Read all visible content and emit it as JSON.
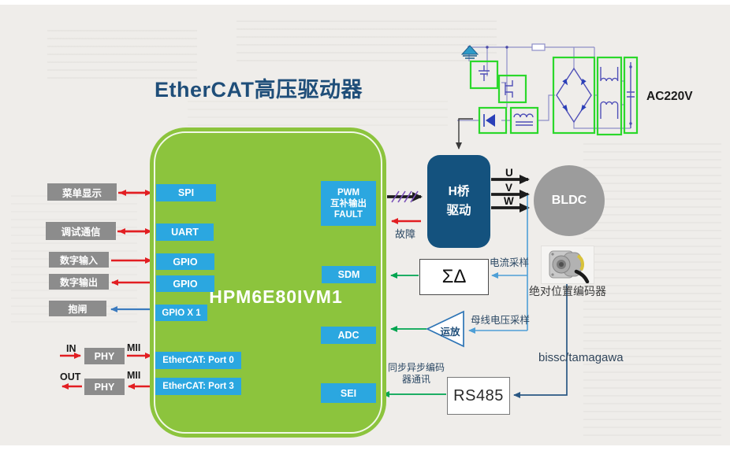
{
  "title": "EtherCAT高压驱动器",
  "chip": {
    "name": "HPM6E80IVM1",
    "ports": {
      "spi": "SPI",
      "uart": "UART",
      "gpio_in": "GPIO",
      "gpio_out": "GPIO",
      "gpio_x1": "GPIO X 1",
      "ecat_port0": "EtherCAT: Port 0",
      "ecat_port3": "EtherCAT: Port 3",
      "pwm": [
        "PWM",
        "互补输出",
        "FAULT"
      ],
      "sdm": "SDM",
      "adc": "ADC",
      "sei": "SEI"
    }
  },
  "left": {
    "menu_display": "菜单显示",
    "debug_comm": "调试通信",
    "digital_in": "数字输入",
    "digital_out": "数字输出",
    "brake": "抱闸",
    "phy_in": "PHY",
    "phy_out": "PHY",
    "in": "IN",
    "out": "OUT",
    "mii_in": "MII",
    "mii_out": "MII"
  },
  "power": {
    "hbridge": [
      "H桥",
      "驱动"
    ],
    "fault": "故障",
    "phase_u": "U",
    "phase_v": "V",
    "phase_w": "W",
    "ac_input": "AC220V"
  },
  "motor": {
    "bldc": "BLDC",
    "encoder_label": "绝对位置编码器",
    "protocol": "bissc/tamagawa"
  },
  "sensing": {
    "sigma_delta": "ΣΔ",
    "current_sample": "电流采样",
    "opamp": "运放",
    "bus_voltage_sample": "母线电压采样",
    "rs485": "RS485",
    "encoder_comm": [
      "同步异步编码",
      "器通讯"
    ]
  },
  "colors": {
    "chip_green": "#8CC43D",
    "port_blue": "#2BA7E0",
    "label_gray": "#8C8C8C",
    "hbridge_blue": "#14527E",
    "motor_gray": "#9C9C9C",
    "title_navy": "#1F4E79",
    "arrow_red": "#E21E22",
    "arrow_green": "#00A550",
    "arrow_blue": "#3C7BBF",
    "sample_line_blue": "#4E9FD6",
    "encoder_line_navy": "#2A5783",
    "schematic_highlight_green": "#2BD82B"
  }
}
